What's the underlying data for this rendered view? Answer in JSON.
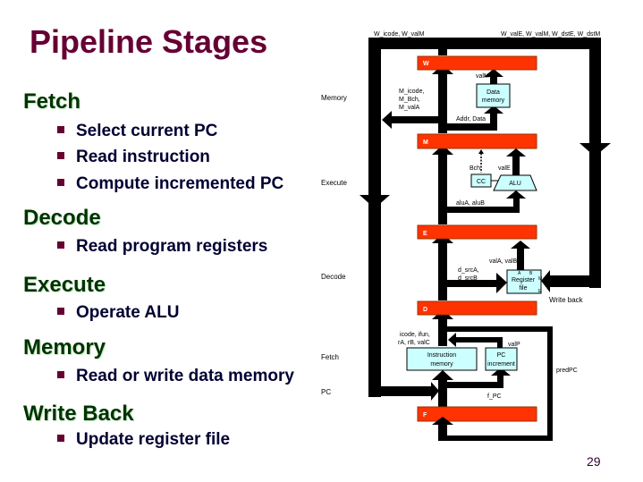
{
  "slide": {
    "title": "Pipeline Stages",
    "page_number": "29",
    "stages": [
      {
        "heading": "Fetch",
        "bullets": [
          "Select current PC",
          "Read instruction",
          "Compute incremented PC"
        ]
      },
      {
        "heading": "Decode",
        "bullets": [
          "Read program registers"
        ]
      },
      {
        "heading": "Execute",
        "bullets": [
          "Operate ALU"
        ]
      },
      {
        "heading": "Memory",
        "bullets": [
          "Read or write data memory"
        ]
      },
      {
        "heading": "Write Back",
        "bullets": [
          "Update register file"
        ]
      }
    ]
  },
  "diagram": {
    "stage_labels": {
      "memory": "Memory",
      "execute": "Execute",
      "decode": "Decode",
      "fetch": "Fetch",
      "pc": "PC"
    },
    "pipeline_registers": {
      "w": "W",
      "m": "M",
      "e": "E",
      "d": "D",
      "f": "F"
    },
    "units": {
      "data_memory": [
        "Data",
        "memory"
      ],
      "cc": "CC",
      "alu": "ALU",
      "register_file": [
        "Register",
        "file"
      ],
      "register_file_ports": {
        "a": "A",
        "b": "B",
        "m": "M",
        "e": "E"
      },
      "instruction_memory": [
        "Instruction",
        "memory"
      ],
      "pc_increment": [
        "PC",
        "increment"
      ]
    },
    "signals": {
      "w_icode_valm": "W_icode, W_valM",
      "w_vals": "W_valE, W_valM, W_dstE, W_dstM",
      "valM": "valM",
      "m_signals": [
        "M_icode,",
        "M_Bch,",
        "M_valA"
      ],
      "addr_data": "Addr, Data",
      "bch": "Bch",
      "valE": "valE",
      "aluA_aluB": "aluA, aluB",
      "valA_valB": "valA, valB",
      "d_src": [
        "d_srcA,",
        "d_srcB"
      ],
      "write_back": "Write back",
      "icode_fields": [
        "icode, ifun,",
        "rA, rB, valC"
      ],
      "valP": "valP",
      "predPC": "predPC",
      "f_PC": "f_PC"
    },
    "colors": {
      "pipeline_register": "#ff3300",
      "unit_fill": "#ccffff",
      "title": "#660033",
      "heading": "#003300",
      "bullet_text": "#000033"
    }
  }
}
